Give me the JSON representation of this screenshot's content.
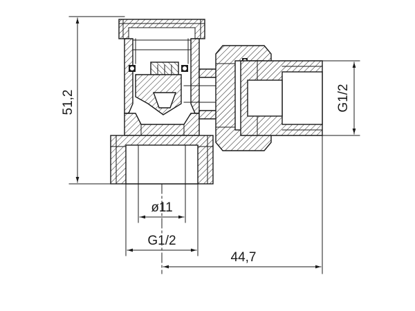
{
  "dimensions": {
    "height_total": "51,2",
    "side_thread": "G1/2",
    "bore_diameter": "ø11",
    "bottom_thread": "G1/2",
    "offset_length": "44,7"
  },
  "colors": {
    "ink": "#1a1a1a",
    "background": "#ffffff"
  }
}
